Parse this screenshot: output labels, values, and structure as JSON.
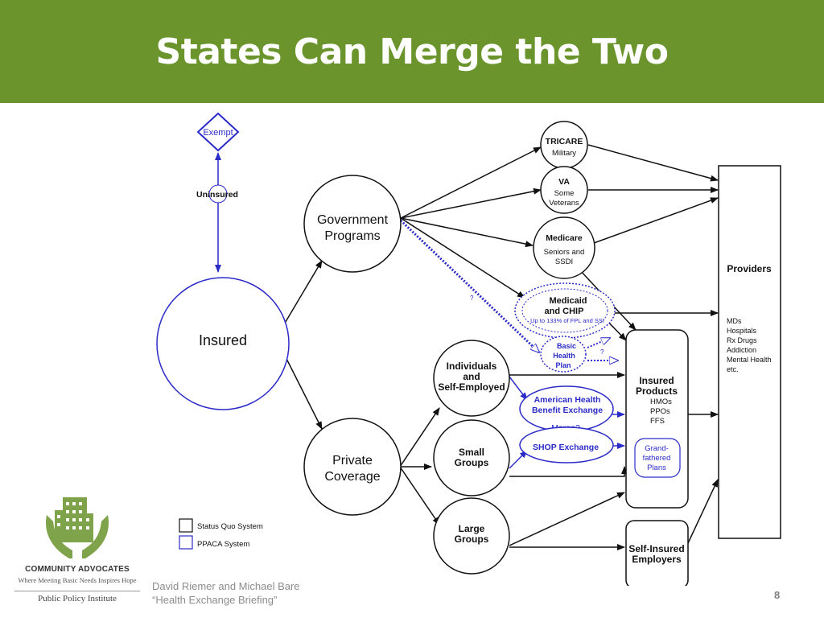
{
  "slide": {
    "title": "States Can Merge the Two",
    "page_number": "8",
    "footer": {
      "author_line": "David Riemer and Michael Bare",
      "talk_line": "“Health Exchange Briefing”"
    },
    "logo": {
      "org_name": "COMMUNITY ADVOCATES",
      "tagline": "Where Meeting Basic Needs Inspires Hope",
      "institute": "Public Policy Institute"
    }
  },
  "diagram": {
    "colors": {
      "status_quo": "#111111",
      "ppaca": "#2b2bc8",
      "accent_green": "#6b942c"
    },
    "nodes": {
      "exempt": "Exempt",
      "uninsured": "Uninsured",
      "insured": "Insured",
      "gov_programs": [
        "Government",
        "Programs"
      ],
      "private_coverage": [
        "Private",
        "Coverage"
      ],
      "tricare": {
        "title": "TRICARE",
        "sub": [
          "Military"
        ]
      },
      "va": {
        "title": "VA",
        "sub": [
          "Some",
          "Veterans"
        ]
      },
      "medicare": {
        "title": "Medicare",
        "sub": [
          "Seniors and",
          "SSDI"
        ]
      },
      "medicaid": {
        "title": [
          "Medicaid",
          "and CHIP"
        ],
        "sub": "Up to 133% of FPL and SSI"
      },
      "basic_health": [
        "Basic",
        "Health",
        "Plan"
      ],
      "individuals": [
        "Individuals",
        "and",
        "Self-Employed"
      ],
      "small_groups": [
        "Small",
        "Groups"
      ],
      "large_groups": [
        "Large",
        "Groups"
      ],
      "american_exchange": [
        "American Health",
        "Benefit Exchange"
      ],
      "merge": "Merge?",
      "shop_exchange": "SHOP Exchange",
      "insured_products": {
        "title": [
          "Insured",
          "Products"
        ],
        "items": [
          "HMOs",
          "PPOs",
          "FFS"
        ]
      },
      "grandfathered": [
        "Grand-",
        "fathered",
        "Plans"
      ],
      "self_insured": [
        "Self-Insured",
        "Employers"
      ],
      "providers": {
        "title": "Providers",
        "items": [
          "MDs",
          "Hospitals",
          "Rx Drugs",
          "Addiction",
          "Mental Health",
          "etc."
        ]
      },
      "question_a": "?",
      "question_b": "?"
    },
    "legend": [
      {
        "label": "Status Quo System",
        "color": "#111111"
      },
      {
        "label": "PPACA System",
        "color": "#2b2bc8"
      }
    ]
  }
}
